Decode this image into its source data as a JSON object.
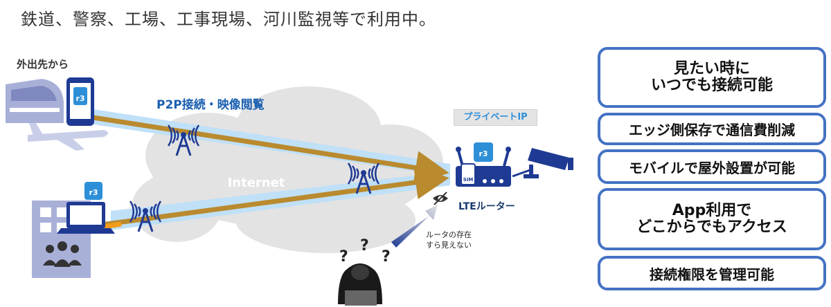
{
  "headline": "鉄道、警察、工場、工事現場、河川監視等で利用中。",
  "left": {
    "from_label": "外出先から"
  },
  "diagram": {
    "p2p_label": "P2P接続・映像閲覧",
    "cloud_label": "Internet",
    "private_ip_label": "プライベートIP",
    "router_label": "LTEルーター",
    "sim_label": "SIM",
    "hidden_label_line1": "ルータの存在",
    "hidden_label_line2": "すら見えない",
    "question_marks": [
      "?",
      "?",
      "?"
    ]
  },
  "features": [
    "見たい時に\nいつでも接続可能",
    "エッジ側保存で通信費削減",
    "モバイルで屋外設置が可能",
    "App利用で\nどこからでもアクセス",
    "接続権限を管理可能"
  ],
  "colors": {
    "arrow": "#b98a2e",
    "beam": "#bfe0f7",
    "accent": "#4472c4",
    "navy": "#1f3a93",
    "app_icon": "#2d8fd8",
    "cloud": "#e3e3e3"
  }
}
